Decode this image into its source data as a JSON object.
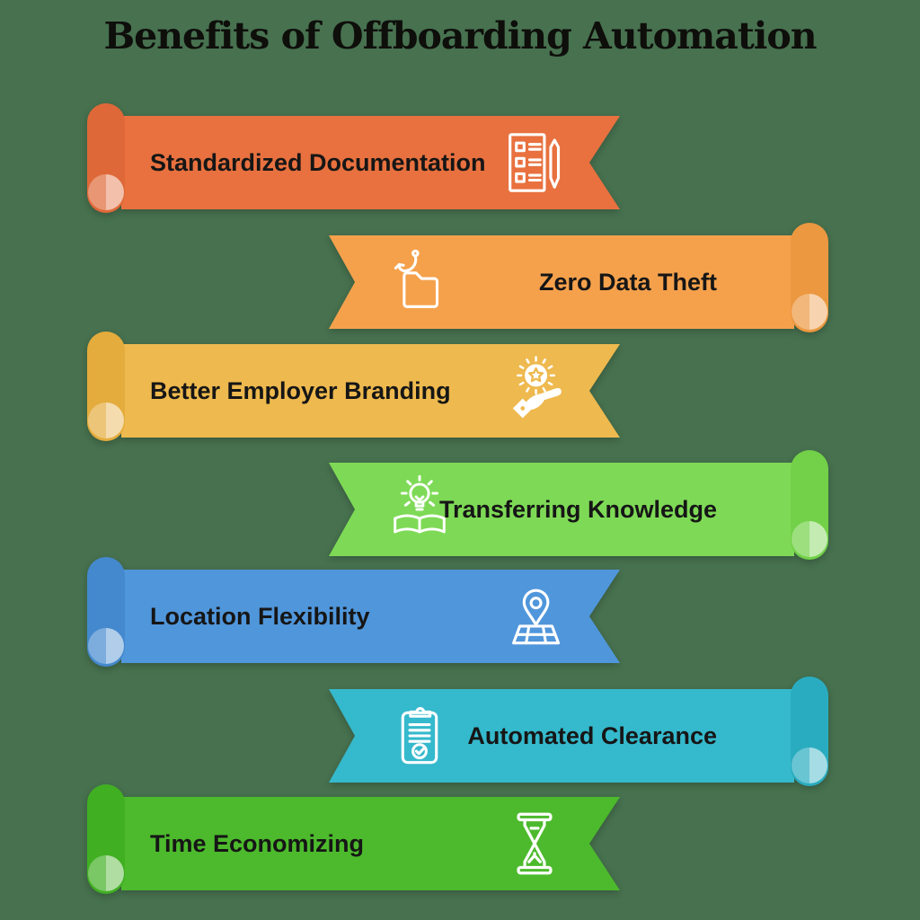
{
  "title": "Benefits of Offboarding Automation",
  "colors": {
    "background": "#47714F",
    "label_text": "#161616",
    "icon_stroke": "#FFFFFF",
    "title_text": "#0E0E0B"
  },
  "benefits": [
    {
      "label": "Standardized Documentation",
      "side": "left",
      "band_color": "#E8713F",
      "roll_color": "#DF6838",
      "icon": "checklist-pen-icon"
    },
    {
      "label": "Zero Data Theft",
      "side": "right",
      "band_color": "#F5A14C",
      "roll_color": "#EC9840",
      "icon": "folder-hook-icon"
    },
    {
      "label": "Better Employer Branding",
      "side": "left",
      "band_color": "#EEB94E",
      "roll_color": "#E4AC3D",
      "icon": "hand-star-icon"
    },
    {
      "label": "Transferring Knowledge",
      "side": "right",
      "band_color": "#7EDA56",
      "roll_color": "#72D148",
      "icon": "bulb-book-icon"
    },
    {
      "label": "Location Flexibility",
      "side": "left",
      "band_color": "#5096DB",
      "roll_color": "#4489CE",
      "icon": "map-pin-icon"
    },
    {
      "label": "Automated Clearance",
      "side": "right",
      "band_color": "#35B9CC",
      "roll_color": "#2AACC0",
      "icon": "clipboard-check-icon"
    },
    {
      "label": "Time Economizing",
      "side": "left",
      "band_color": "#4CBA2C",
      "roll_color": "#41AF22",
      "icon": "hourglass-icon"
    }
  ]
}
